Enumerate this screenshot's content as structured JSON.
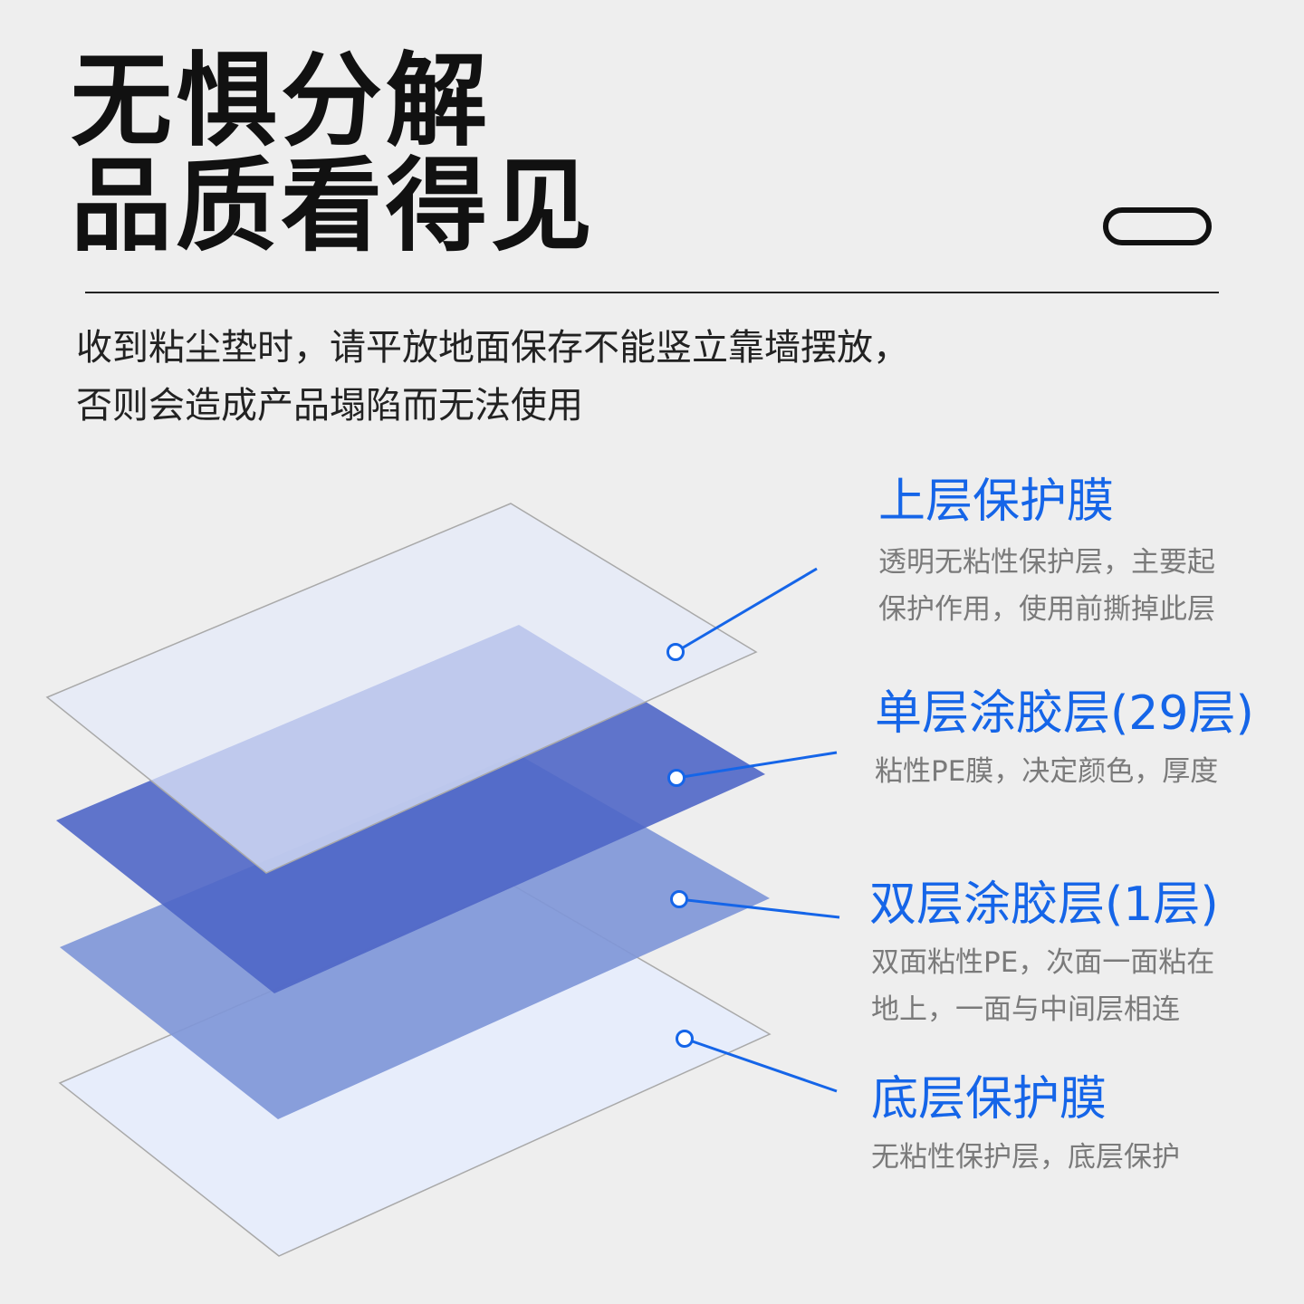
{
  "header": {
    "headline_line1": "无惧分解",
    "headline_line2": "品质看得见"
  },
  "notice": {
    "line1": "收到粘尘垫时，请平放地面保存不能竖立靠墙摆放，",
    "line2": "否则会造成产品塌陷而无法使用"
  },
  "colors": {
    "background": "#eeeeee",
    "accent": "#1565e8",
    "description": "#7a7a7a",
    "top_film": "#e4eaf9",
    "single_glue": "#4f66c6",
    "double_glue": "#8097d8",
    "bottom_film": "#e6ecfb"
  },
  "layers": [
    {
      "title": "上层保护膜",
      "desc_line1": "透明无粘性保护层，主要起",
      "desc_line2": "保护作用，使用前撕掉此层"
    },
    {
      "title": "单层涂胶层(29层)",
      "desc_line1": "粘性PE膜，决定颜色，厚度",
      "desc_line2": ""
    },
    {
      "title": "双层涂胶层(1层)",
      "desc_line1": "双面粘性PE，次面一面粘在",
      "desc_line2": "地上，一面与中间层相连"
    },
    {
      "title": "底层保护膜",
      "desc_line1": "无粘性保护层，底层保护",
      "desc_line2": ""
    }
  ]
}
